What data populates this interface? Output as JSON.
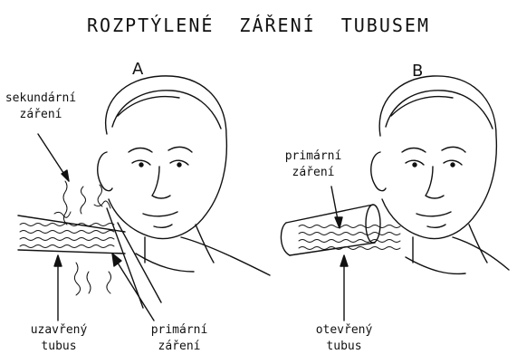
{
  "title": "ROZPTÝLENÉ  ZÁŘENÍ  TUBUSEM",
  "panel_a": {
    "label": "A",
    "secondary_radiation": [
      "sekundární",
      "záření"
    ],
    "closed_tube": [
      "uzavřený",
      "tubus"
    ],
    "primary_radiation": [
      "primární",
      "záření"
    ]
  },
  "panel_b": {
    "label": "B",
    "primary_radiation": [
      "primární",
      "záření"
    ],
    "open_tube": [
      "otevřený",
      "tubus"
    ]
  }
}
